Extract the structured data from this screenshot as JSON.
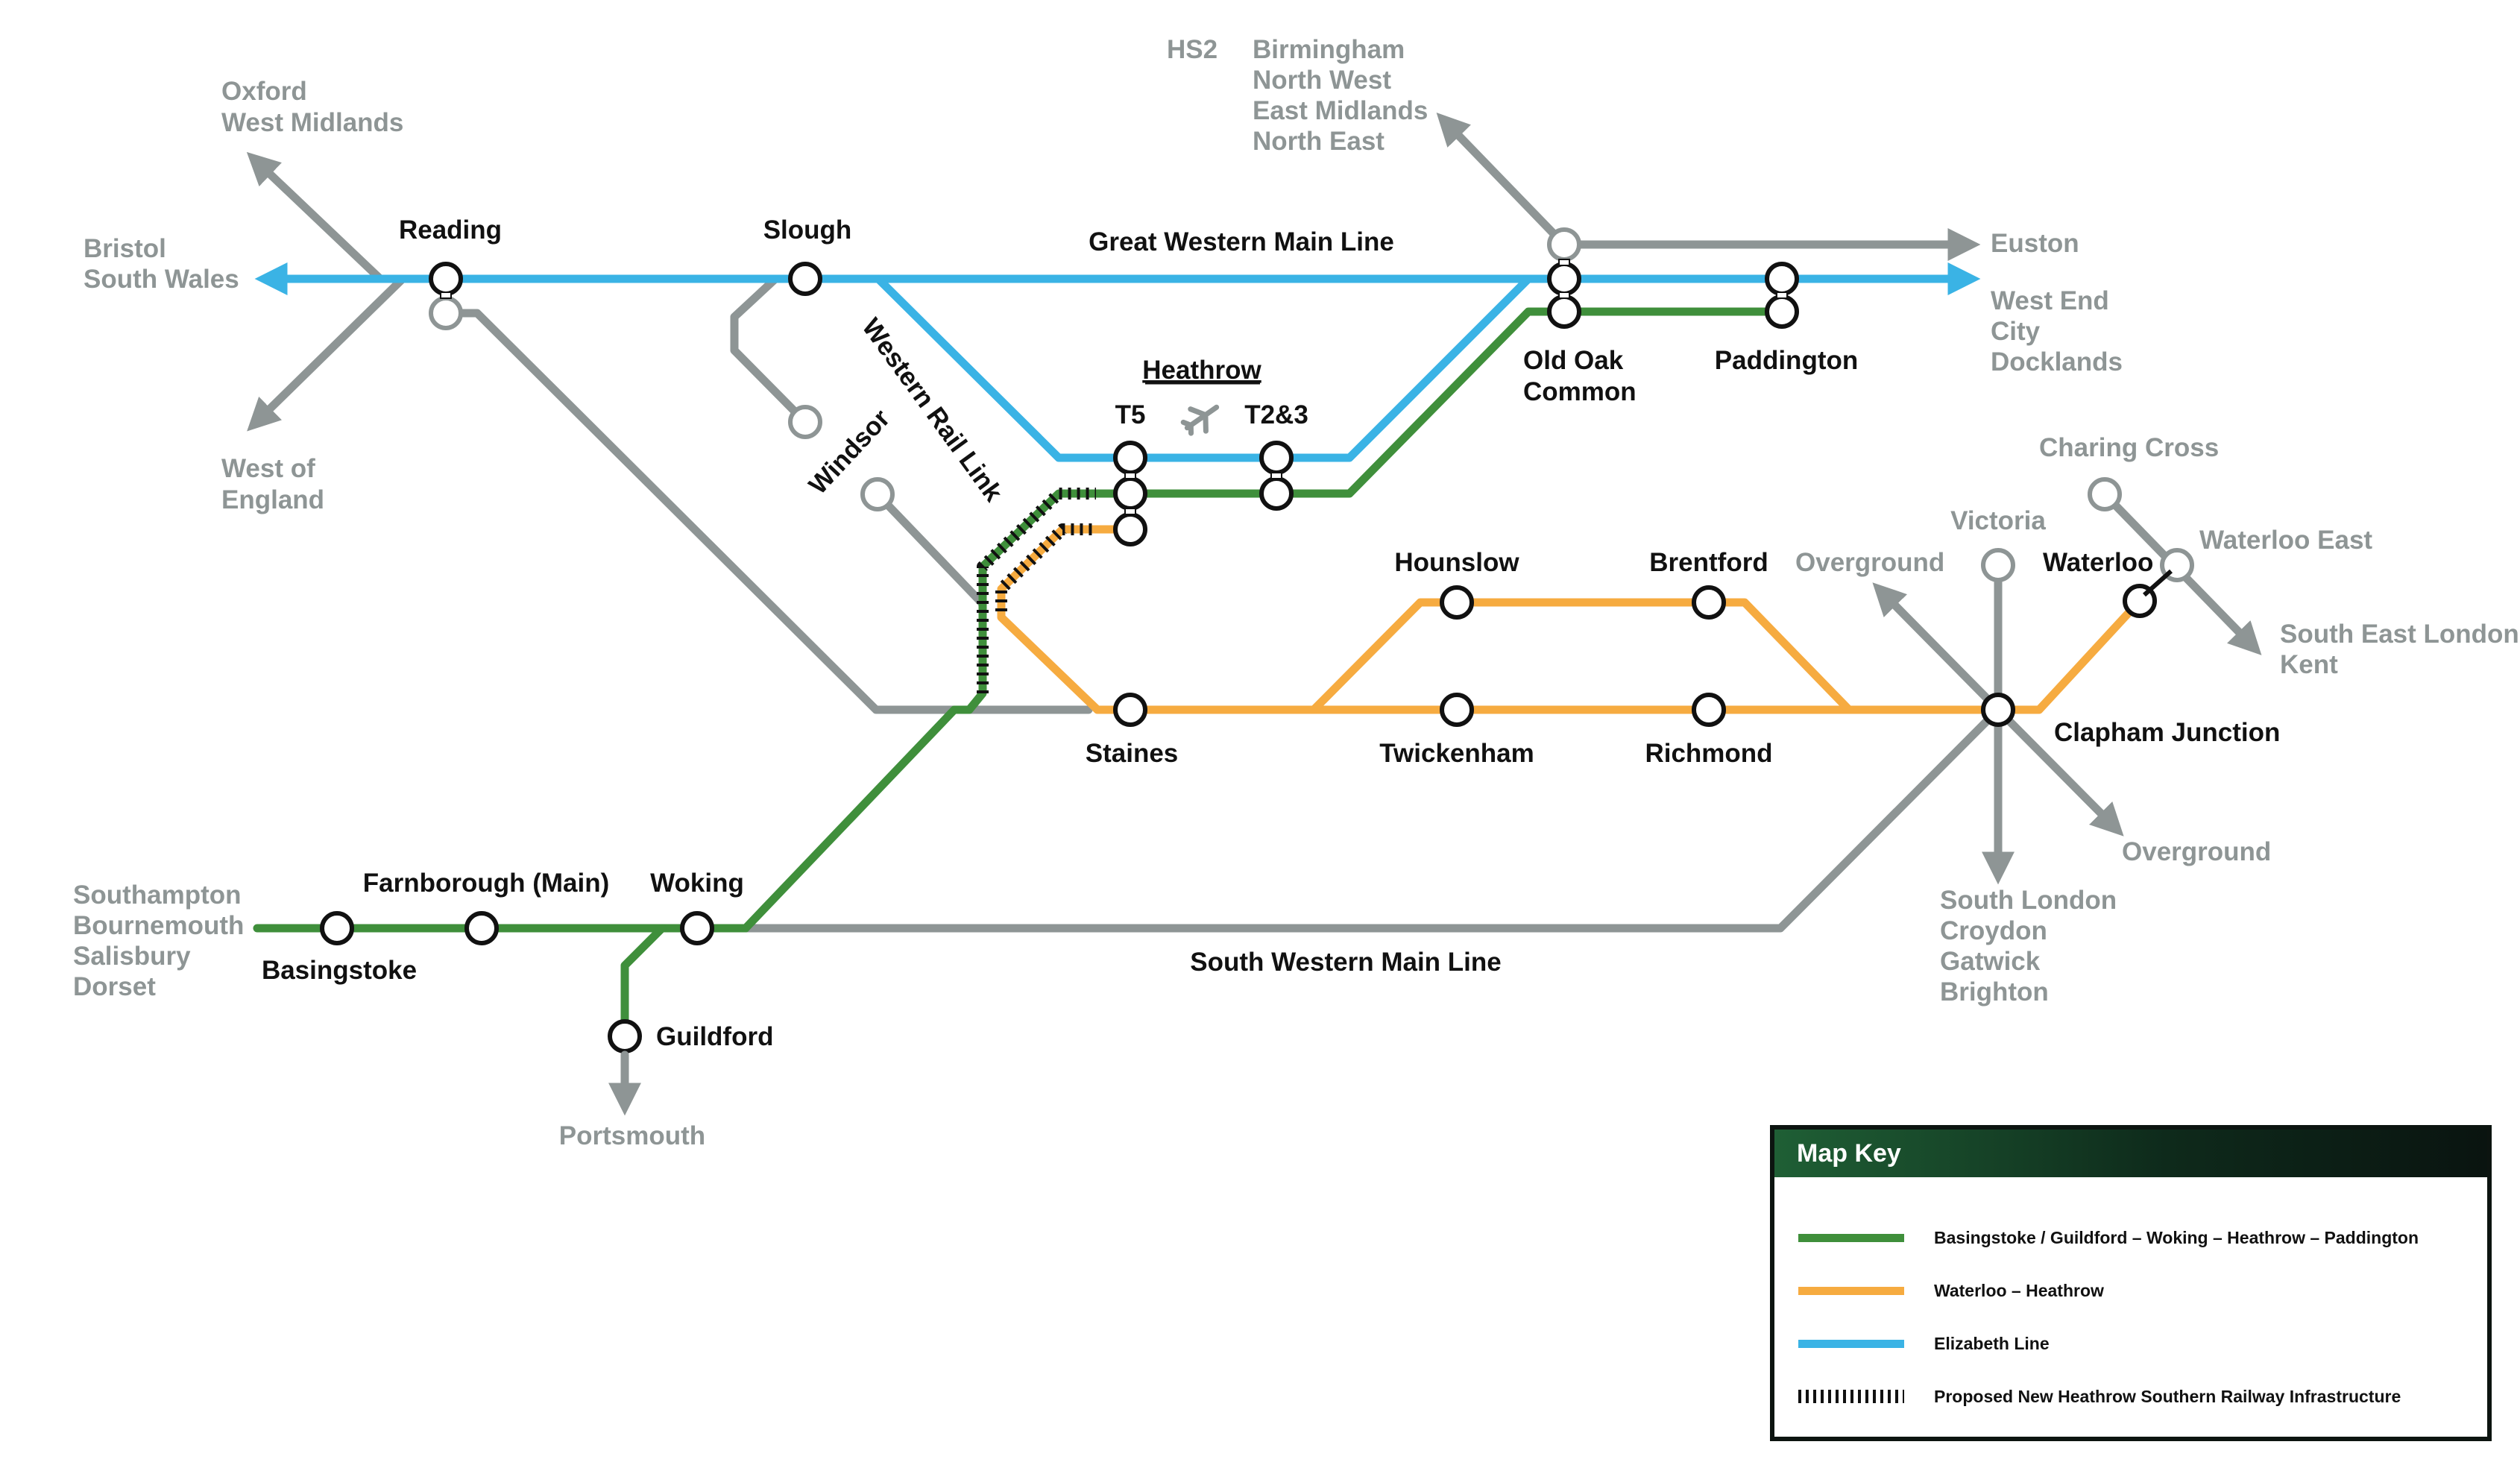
{
  "map": {
    "line_names": {
      "great_western": "Great Western Main Line",
      "south_western": "South Western Main Line",
      "western_rail_link": "Western Rail Link"
    },
    "airport": {
      "title": "Heathrow",
      "icon": "plane-icon"
    },
    "stations": {
      "reading": "Reading",
      "slough": "Slough",
      "old_oak_common": [
        "Old Oak",
        "Common"
      ],
      "paddington": "Paddington",
      "t5": "T5",
      "t23": "T2&3",
      "windsor": "Windsor",
      "hounslow": "Hounslow",
      "brentford": "Brentford",
      "staines": "Staines",
      "twickenham": "Twickenham",
      "richmond": "Richmond",
      "clapham_junction": "Clapham Junction",
      "waterloo": "Waterloo",
      "waterloo_east": "Waterloo East",
      "charing_cross": "Charing Cross",
      "victoria": "Victoria",
      "basingstoke": "Basingstoke",
      "farnborough": "Farnborough (Main)",
      "woking": "Woking",
      "guildford": "Guildford"
    },
    "destinations": {
      "oxford": [
        "Oxford",
        "West Midlands"
      ],
      "bristol": [
        "Bristol",
        "South Wales"
      ],
      "west_england": [
        "West of",
        "England"
      ],
      "hs2_tag": "HS2",
      "hs2": [
        "Birmingham",
        "North West",
        "East Midlands",
        "North East"
      ],
      "euston": "Euston",
      "west_end": [
        "West End",
        "City",
        "Docklands"
      ],
      "overground_1": "Overground",
      "overground_2": "Overground",
      "south_east": [
        "South East London",
        "Kent"
      ],
      "south_london": [
        "South London",
        "Croydon",
        "Gatwick",
        "Brighton"
      ],
      "southampton": [
        "Southampton",
        "Bournemouth",
        "Salisbury",
        "Dorset"
      ],
      "portsmouth": "Portsmouth"
    },
    "colors": {
      "green_line": "#3f8f3b",
      "orange_line": "#f6ab40",
      "blue_line": "#3ab3e5",
      "grey_line": "#8e9595",
      "station_outline": "#111111"
    }
  },
  "legend": {
    "title": "Map Key",
    "items": [
      {
        "label": "Basingstoke / Guildford – Woking – Heathrow – Paddington",
        "swatch": "green"
      },
      {
        "label": "Waterloo – Heathrow",
        "swatch": "orange"
      },
      {
        "label": "Elizabeth Line",
        "swatch": "blue"
      },
      {
        "label": "Proposed New Heathrow Southern Railway Infrastructure",
        "swatch": "dashed-black"
      }
    ]
  }
}
